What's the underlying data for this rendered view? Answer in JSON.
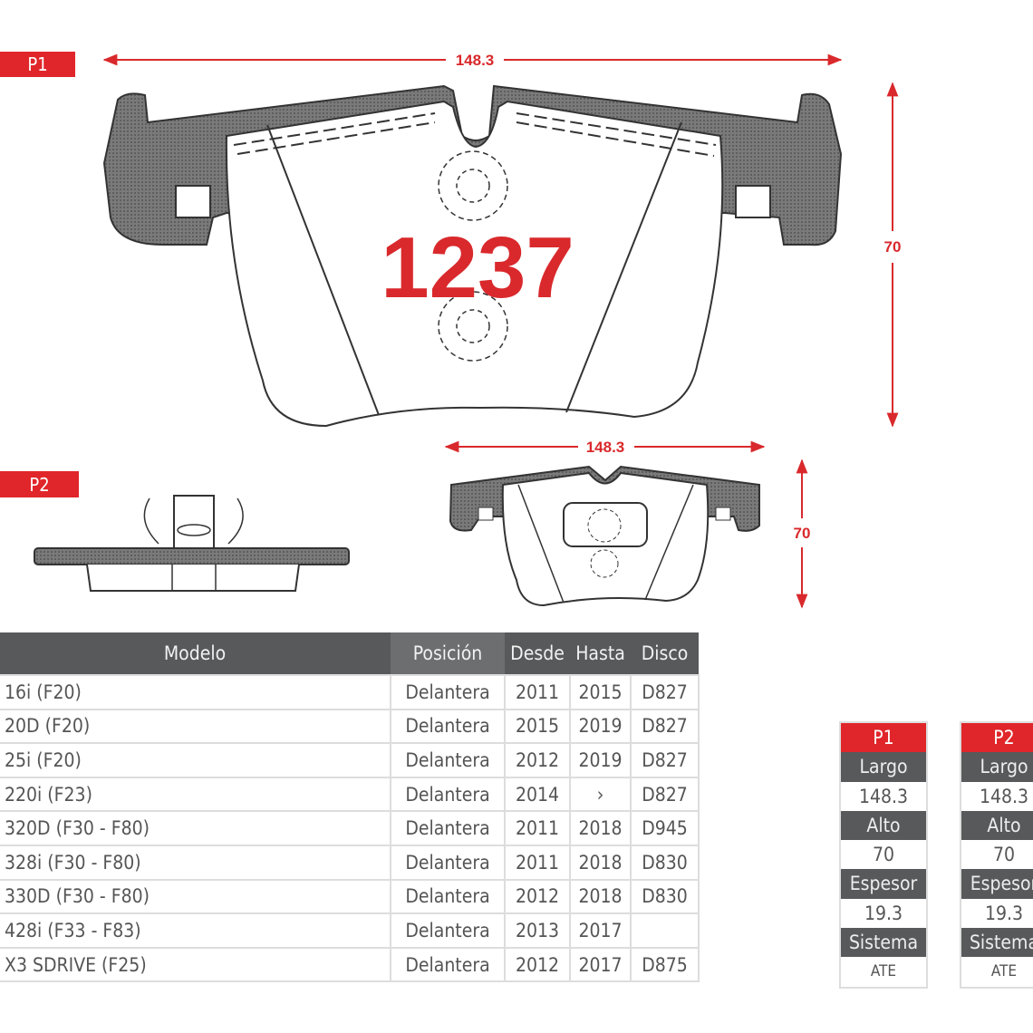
{
  "labels": {
    "p1": "P1",
    "p2": "P2",
    "part_number": "1237"
  },
  "dimensions": {
    "p1_width": "148.3",
    "p1_height": "70",
    "p2_width": "148.3",
    "p2_height": "70"
  },
  "table": {
    "headers": [
      "Modelo",
      "Posición",
      "Desde",
      "Hasta",
      "Disco"
    ],
    "rows": [
      [
        "16i (F20)",
        "Delantera",
        "2011",
        "2015",
        "D827"
      ],
      [
        "20D (F20)",
        "Delantera",
        "2015",
        "2019",
        "D827"
      ],
      [
        "25i (F20)",
        "Delantera",
        "2012",
        "2019",
        "D827"
      ],
      [
        "220i (F23)",
        "Delantera",
        "2014",
        "›",
        "D827"
      ],
      [
        "320D (F30 - F80)",
        "Delantera",
        "2011",
        "2018",
        "D945"
      ],
      [
        "328i (F30 - F80)",
        "Delantera",
        "2011",
        "2018",
        "D830"
      ],
      [
        "330D (F30 - F80)",
        "Delantera",
        "2012",
        "2018",
        "D830"
      ],
      [
        "428i (F33 - F83)",
        "Delantera",
        "2013",
        "2017",
        ""
      ],
      [
        "X3 SDRIVE (F25)",
        "Delantera",
        "2012",
        "2017",
        "D875"
      ]
    ]
  },
  "specs": [
    {
      "title": "P1",
      "largo_label": "Largo",
      "largo": "148.3",
      "alto_label": "Alto",
      "alto": "70",
      "espesor_label": "Espesor",
      "espesor": "19.3",
      "sistema_label": "Sistema",
      "sistema": "ATE"
    },
    {
      "title": "P2",
      "largo_label": "Largo",
      "largo": "148.3",
      "alto_label": "Alto",
      "alto": "70",
      "espesor_label": "Espesor",
      "espesor": "19.3",
      "sistema_label": "Sistema",
      "sistema": "ATE"
    }
  ],
  "colors": {
    "accent": "#e0262a",
    "header": "#58595b"
  }
}
